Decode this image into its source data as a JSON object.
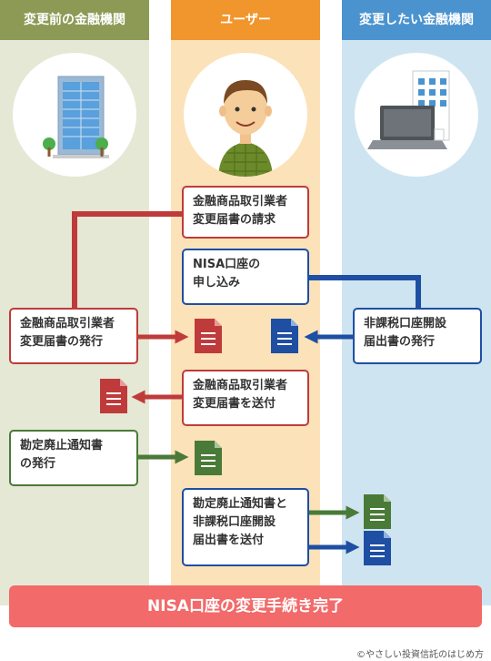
{
  "columns": {
    "left": "変更前の金融機関",
    "middle": "ユーザー",
    "right": "変更したい金融機関"
  },
  "steps": {
    "request": [
      "金融商品取引業者",
      "変更届書の請求"
    ],
    "nisa_apply": [
      "NISA口座の",
      "申し込み"
    ],
    "issue_change": [
      "金融商品取引業者",
      "変更届書の発行"
    ],
    "issue_tax_free": [
      "非課税口座開設",
      "届出書の発行"
    ],
    "send_change": [
      "金融商品取引業者",
      "変更届書を送付"
    ],
    "issue_notice": [
      "勘定廃止通知書",
      "の発行"
    ],
    "send_both": [
      "勘定廃止通知書と",
      "非課税口座開設",
      "届出書を送付"
    ]
  },
  "footer": {
    "complete": "NISA口座の変更手続き完了",
    "copyright": "©やさしい投資信託のはじめ方"
  },
  "colors": {
    "left_header": "#8c9a55",
    "middle_header": "#f0962d",
    "right_header": "#4a93cf",
    "red": "#bf3b3b",
    "blue": "#1e4fa3",
    "green": "#4a7a38",
    "complete_bar": "#f26a6a"
  },
  "icons": {
    "left": "office-building-icon",
    "middle": "user-avatar-icon",
    "right": "laptop-building-icon",
    "document": "document-icon"
  }
}
